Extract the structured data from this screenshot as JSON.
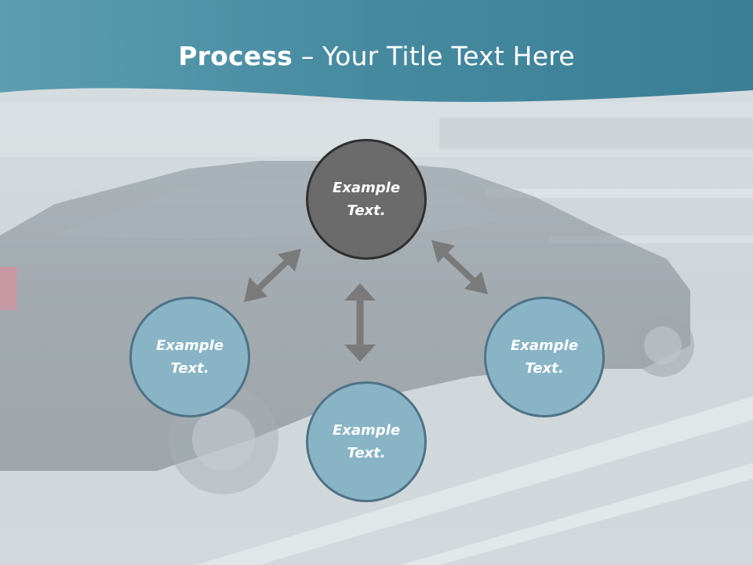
{
  "slide": {
    "title_bold": "Process",
    "title_rest": " – Your Title Text Here"
  },
  "diagram": {
    "center": {
      "line1": "Example",
      "line2": "Text."
    },
    "left": {
      "line1": "Example",
      "line2": "Text."
    },
    "bottom": {
      "line1": "Example",
      "line2": "Text."
    },
    "right": {
      "line1": "Example",
      "line2": "Text."
    }
  },
  "colors": {
    "header": "#4a8ba0",
    "node_fill": "#88b4c6",
    "node_border": "#4f7286",
    "center_fill": "#6b6b6b",
    "arrow": "#7a7a7a"
  }
}
